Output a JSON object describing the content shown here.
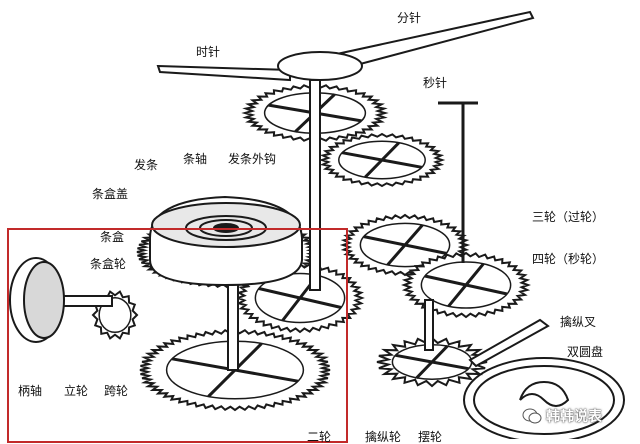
{
  "labels": {
    "minute_hand": "分针",
    "hour_hand": "时针",
    "second_hand": "秒针",
    "mainspring": "发条",
    "arbor": "条轴",
    "outer_hook": "发条外钩",
    "barrel_cover": "条盒盖",
    "barrel": "条盒",
    "barrel_wheel": "条盒轮",
    "third_wheel": "三轮（过轮）",
    "fourth_wheel": "四轮（秒轮）",
    "pallet_fork": "擒纵叉",
    "double_roller": "双圆盘",
    "crown_stem": "柄轴",
    "crown_wheel": "立轮",
    "ratchet_bridge": "跨轮",
    "bottom_partial_1": "二轮",
    "bottom_partial_2": "擒纵轮",
    "bottom_partial_3": "摆轮"
  },
  "watermark": "韩韩说表",
  "colors": {
    "highlight": "#c22a2a",
    "ink": "#1a1a1a"
  }
}
